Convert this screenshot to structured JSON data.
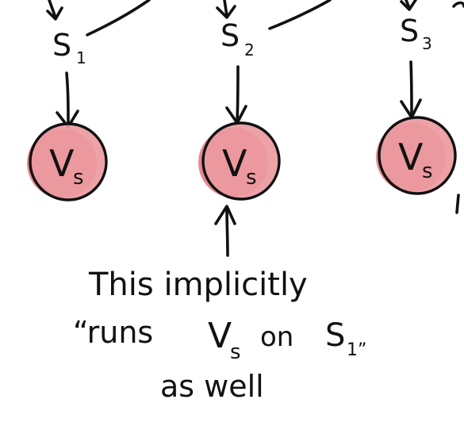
{
  "diagram": {
    "states": [
      {
        "label": "S",
        "subscript": "1"
      },
      {
        "label": "S",
        "subscript": "2"
      },
      {
        "label": "S",
        "subscript": "3"
      }
    ],
    "nodes": [
      {
        "label": "V",
        "subscript": "s"
      },
      {
        "label": "V",
        "subscript": "s"
      },
      {
        "label": "V",
        "subscript": "s"
      }
    ],
    "annotation": {
      "line1": "This implicitly",
      "line2_prefix": "“runs",
      "line2_v": "V",
      "line2_v_sub": "s",
      "line2_mid": "on",
      "line2_s": "S",
      "line2_s_sub": "1”",
      "line3": "as well"
    },
    "colors": {
      "node": "#ec9aa0",
      "node_inner": "#e68a92",
      "ink": "#111111"
    }
  }
}
